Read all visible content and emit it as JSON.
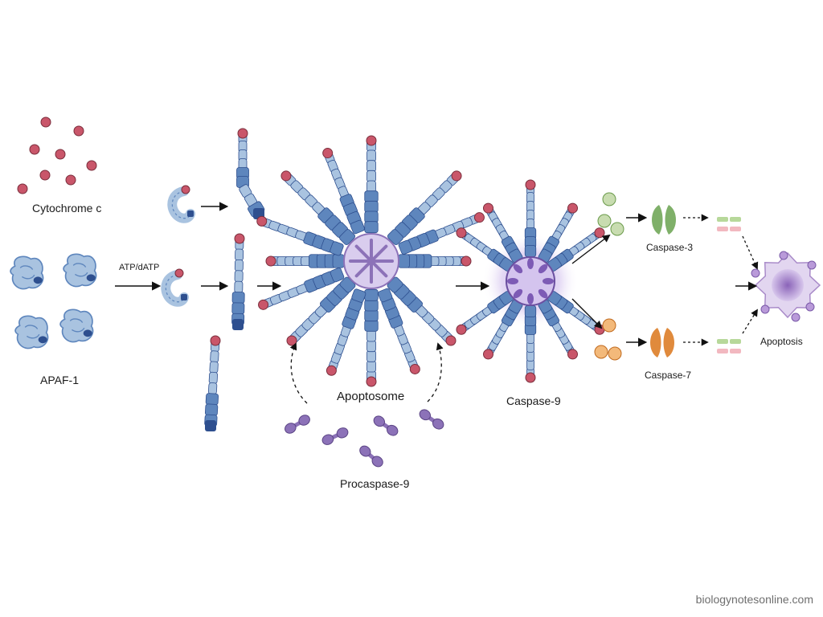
{
  "labels": {
    "cytochrome_c": "Cytochrome c",
    "apaf1": "APAF-1",
    "atp_datp": "ATP/dATP",
    "apoptosome": "Apoptosome",
    "procaspase9": "Procaspase-9",
    "caspase9": "Caspase-9",
    "caspase3": "Caspase-3",
    "caspase7": "Caspase-7",
    "apoptosis": "Apoptosis"
  },
  "watermark": "biologynotesonline.com",
  "colors": {
    "cyt_c": "#c9566a",
    "apaf_light": "#a9c3e0",
    "apaf_mid": "#5e86bd",
    "apaf_dark": "#2e4f8f",
    "procaspase": "#8c72b8",
    "caspase3": "#7fb069",
    "caspase7": "#e08a3c",
    "cell": "#a98bc9"
  },
  "icons": [
    "cytochrome-c-molecule",
    "apaf-1-monomer",
    "procaspase-9-dimer",
    "apoptotic-cell"
  ]
}
